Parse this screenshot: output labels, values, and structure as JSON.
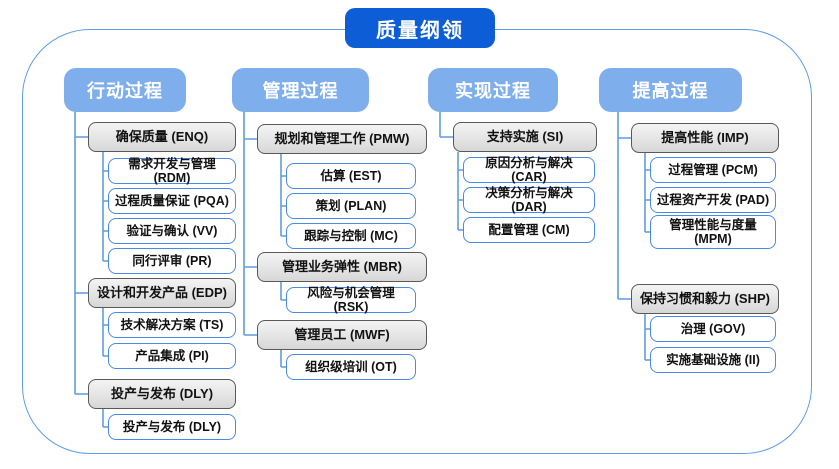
{
  "diagram": {
    "title": "质量纲领",
    "colors": {
      "title_bg": "#0d5ed6",
      "header_bg": "#7faeec",
      "connector": "#5f9ce0",
      "frame_border": "#5e9ee8",
      "group_border": "#595959",
      "child_border": "#4a89e8"
    },
    "columns": [
      {
        "header": "行动过程",
        "groups": [
          {
            "label": "确保质量 (ENQ)",
            "children": [
              "需求开发与管理 (RDM)",
              "过程质量保证 (PQA)",
              "验证与确认 (VV)",
              "同行评审 (PR)"
            ]
          },
          {
            "label": "设计和开发产品 (EDP)",
            "children": [
              "技术解决方案 (TS)",
              "产品集成 (PI)"
            ]
          },
          {
            "label": "投产与发布 (DLY)",
            "children": [
              "投产与发布 (DLY)"
            ]
          }
        ]
      },
      {
        "header": "管理过程",
        "groups": [
          {
            "label": "规划和管理工作 (PMW)",
            "children": [
              "估算 (EST)",
              "策划 (PLAN)",
              "跟踪与控制 (MC)"
            ]
          },
          {
            "label": "管理业务弹性 (MBR)",
            "children": [
              "风险与机会管理 (RSK)"
            ]
          },
          {
            "label": "管理员工 (MWF)",
            "children": [
              "组织级培训 (OT)"
            ]
          }
        ]
      },
      {
        "header": "实现过程",
        "groups": [
          {
            "label": "支持实施 (SI)",
            "children": [
              "原因分析与解决 (CAR)",
              "决策分析与解决 (DAR)",
              "配置管理 (CM)"
            ]
          }
        ]
      },
      {
        "header": "提高过程",
        "groups": [
          {
            "label": "提高性能 (IMP)",
            "children": [
              "过程管理 (PCM)",
              "过程资产开发 (PAD)",
              "管理性能与度量 (MPM)"
            ]
          },
          {
            "label": "保持习惯和毅力 (SHP)",
            "children": [
              "治理 (GOV)",
              "实施基础设施 (II)"
            ]
          }
        ]
      }
    ]
  }
}
